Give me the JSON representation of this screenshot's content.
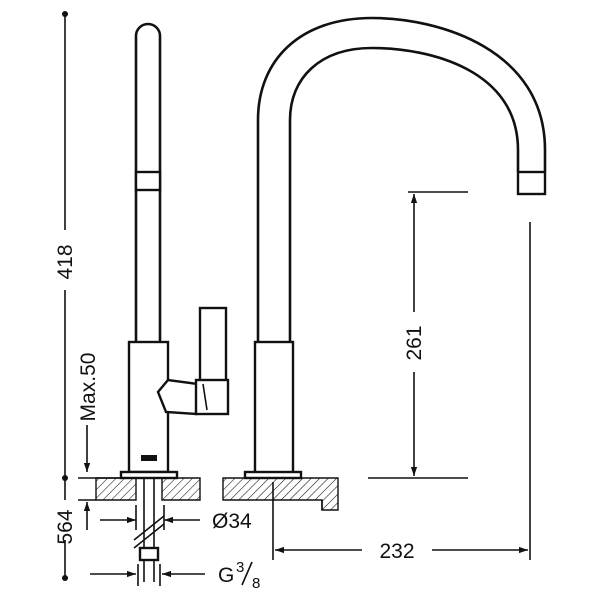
{
  "dimensions": {
    "total_height": "418",
    "max_thickness": "Max.50",
    "under_counter": "564",
    "hole_diameter": "Ø34",
    "thread_main": "G",
    "thread_fraction_num": "3",
    "thread_fraction_den": "8",
    "spout_reach": "232",
    "spout_height": "261"
  }
}
